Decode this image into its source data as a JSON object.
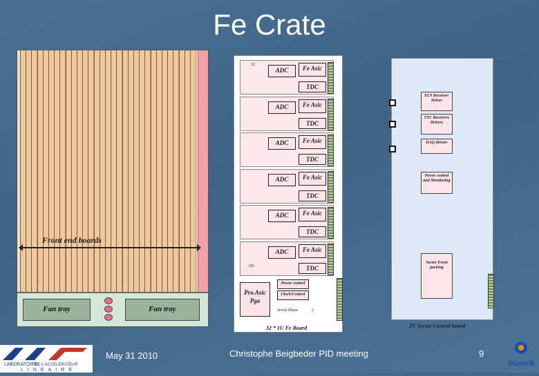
{
  "title": "Fe Crate",
  "crate": {
    "front_end_label": "Front end boards",
    "fan_left": "Fan tray",
    "fan_right": "Fan tray"
  },
  "fe_board": {
    "adc": "ADC",
    "fe_asic": "Fe Asic",
    "tdc": "TDC",
    "in_top": "32",
    "in_bottom": "192",
    "power_control": "Power control",
    "clock_control": "Clock/Control",
    "serial_datas": "Serial Datas",
    "serial_n": "2",
    "pro_asic": "Pro.Asic",
    "pga": "Pga",
    "caption": "32 * 1U Fe Board"
  },
  "sector": {
    "ecs": "ECS Receiver/ Driver",
    "ttc": "TTC Receivers Drivers",
    "daq": "DAQ drivers",
    "power": "Power control and Monitoring",
    "event": "Sector Event packing",
    "caption": "2U Sector Control board"
  },
  "footer": {
    "date": "May 31 2010",
    "meeting": "Christophe Beigbeder PID meeting",
    "page": "9"
  },
  "logos": {
    "left_top": "LABORATOIRE",
    "left_mid": "DE L'ACCELERATEUR",
    "left_bottom": "LINEAIRE",
    "right": "SuperB"
  }
}
